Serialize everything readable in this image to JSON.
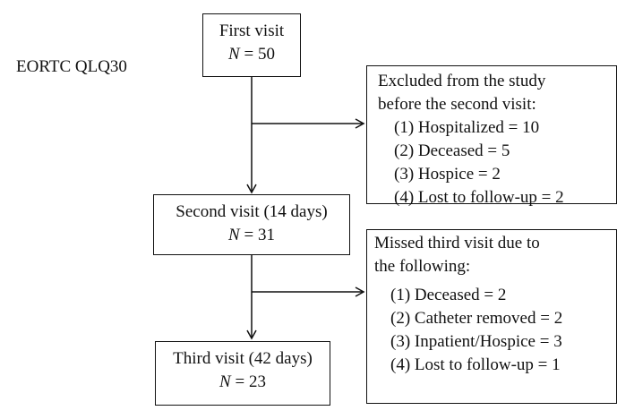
{
  "side_label": "EORTC QLQ30",
  "first_visit": {
    "title": "First visit",
    "n_symbol": "N",
    "n_text": " = 50"
  },
  "second_visit": {
    "title": "Second visit (14 days)",
    "n_symbol": "N",
    "n_text": " = 31"
  },
  "third_visit": {
    "title": "Third visit (42 days)",
    "n_symbol": "N",
    "n_text": " = 23"
  },
  "excluded": {
    "heading_1": "Excluded from the study",
    "heading_2": "before the second visit:",
    "items": [
      "(1) Hospitalized = 10",
      "(2) Deceased = 5",
      "(3) Hospice = 2",
      "(4) Lost to follow-up = 2"
    ]
  },
  "missed": {
    "heading_1": "Missed third visit due to",
    "heading_2": "the following:",
    "items": [
      "(1) Deceased = 2",
      "(2) Catheter removed = 2",
      "(3) Inpatient/Hospice = 3",
      "(4) Lost to follow-up = 1"
    ]
  }
}
